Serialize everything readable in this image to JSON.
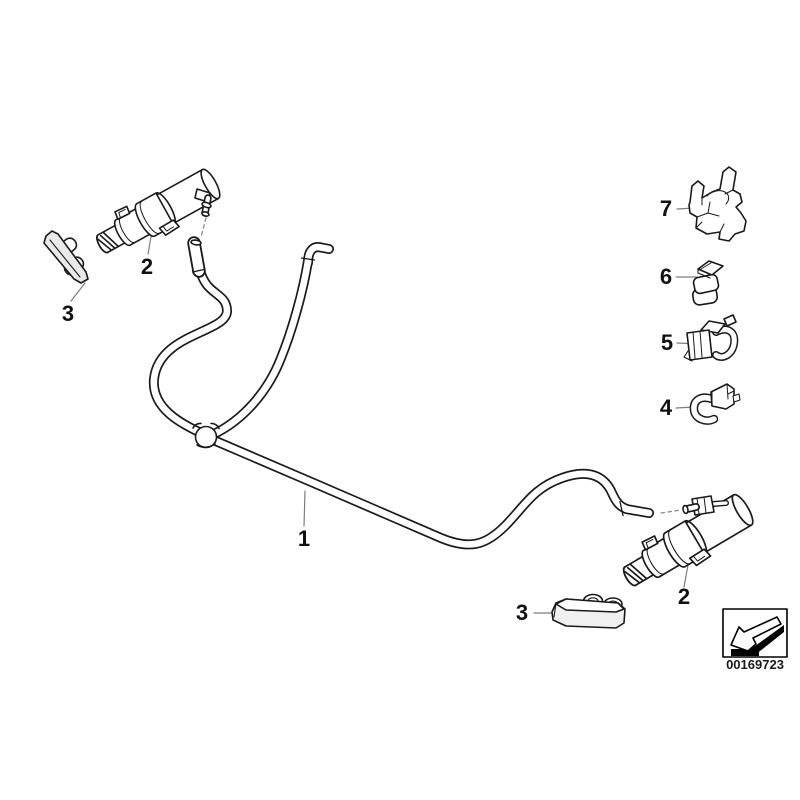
{
  "diagram": {
    "background_color": "#ffffff",
    "line_color": "#1a1a1a",
    "leader_color": "#7d7d7d",
    "image_number": "00169723",
    "callouts": {
      "hose": "1",
      "nozzle_upper": "2",
      "cap_upper": "3",
      "nozzle_lower": "2",
      "cap_lower": "3",
      "clip_4": "4",
      "clamp_5": "5",
      "clip_6": "6",
      "bracket_7": "7"
    }
  }
}
